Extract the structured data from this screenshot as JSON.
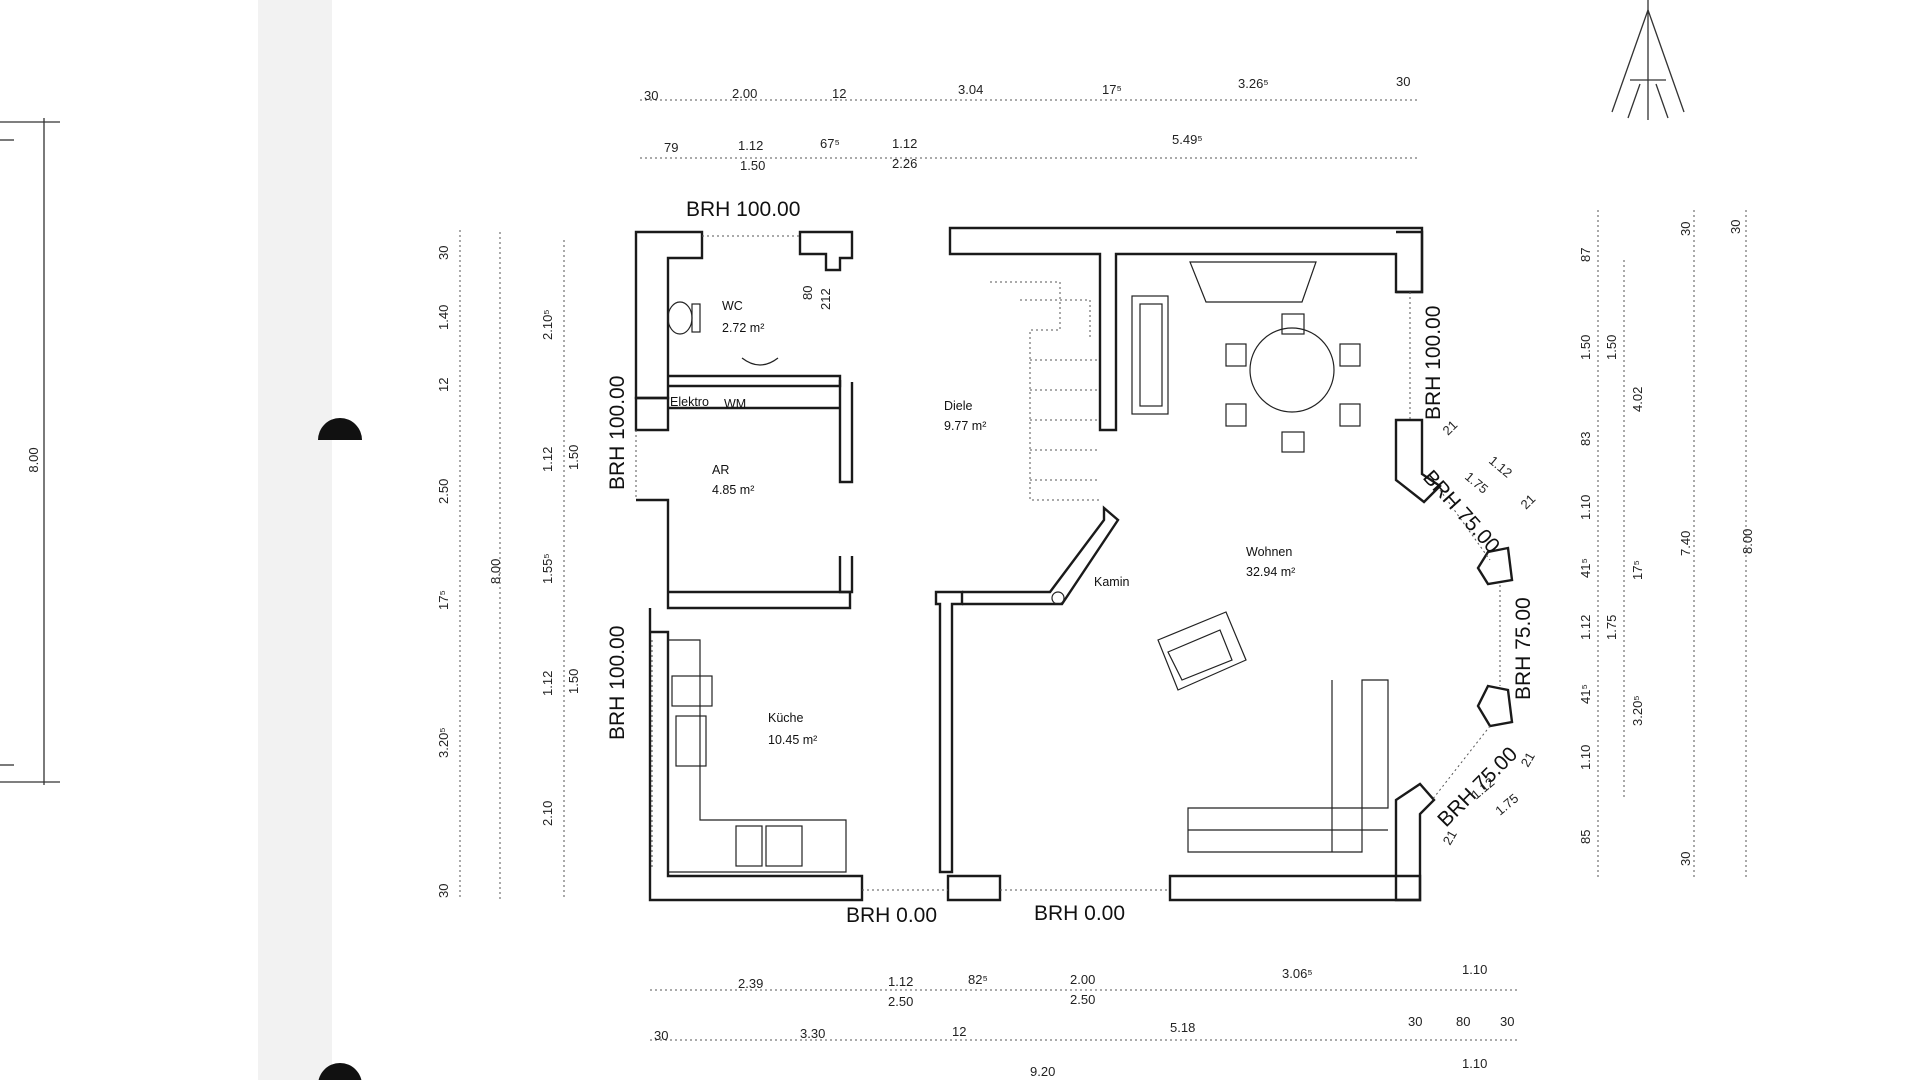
{
  "brh_labels": {
    "top_left": "BRH 100.00",
    "left_upper": "BRH 100.00",
    "left_lower": "BRH 100.00",
    "right_upper": "BRH 100.00",
    "bay_top": "BRH 75.00",
    "bay_middle": "BRH 75.00",
    "bay_bottom": "BRH 75.00",
    "bottom_left": "BRH 0.00",
    "bottom_middle": "BRH 0.00"
  },
  "rooms": [
    {
      "name": "WC",
      "area": "2.72 m²"
    },
    {
      "name": "AR",
      "area": "4.85 m²"
    },
    {
      "name": "Diele",
      "area": "9.77 m²"
    },
    {
      "name": "Wohnen",
      "area": "32.94 m²"
    },
    {
      "name": "Küche",
      "area": "10.45 m²"
    }
  ],
  "small_labels": {
    "elektro": "Elektro",
    "wm": "WM",
    "kamin": "Kamin"
  },
  "top_dims_row1": [
    "30",
    "2.00",
    "12",
    "3.04",
    "17⁵",
    "3.26⁵",
    "30"
  ],
  "top_dims_row2": [
    "79",
    "1.12",
    "1.50",
    "67⁵",
    "1.12",
    "2.26",
    "5.49⁵"
  ],
  "bottom_dims_row1": [
    "2.39",
    "1.12",
    "2.50",
    "82⁵",
    "2.00",
    "2.50",
    "3.06⁵",
    "1.10"
  ],
  "bottom_dims_row2": [
    "30",
    "3.30",
    "12",
    "5.18",
    "30",
    "80",
    "30"
  ],
  "bottom_dims_row3": [
    "9.20",
    "1.10"
  ],
  "left_dims_col1": [
    "30",
    "1.40",
    "12",
    "2.50",
    "17⁵",
    "3.20⁵",
    "30"
  ],
  "left_dims_col2": [
    "2.10⁵",
    "1.12",
    "1.50",
    "1.55⁵",
    "1.12",
    "1.50",
    "2.10"
  ],
  "left_dims_total": "8.00",
  "left_outer_total": "8.00",
  "wc_door_dims": [
    "80",
    "212"
  ],
  "right_dims_col1": [
    "87",
    "1.50",
    "83",
    "1.10",
    "41⁵",
    "1.12",
    "41⁵",
    "1.10",
    "85"
  ],
  "right_dims_col2": [
    "1.50",
    "4.02",
    "17⁵",
    "1.75",
    "3.20⁵"
  ],
  "right_dims_col3": [
    "30",
    "7.40",
    "30"
  ],
  "right_dims_col4": [
    "30",
    "8.00"
  ],
  "bay_dims": [
    "21",
    "1.12",
    "1.75",
    "21",
    "21",
    "1.12",
    "1.75",
    "21"
  ]
}
